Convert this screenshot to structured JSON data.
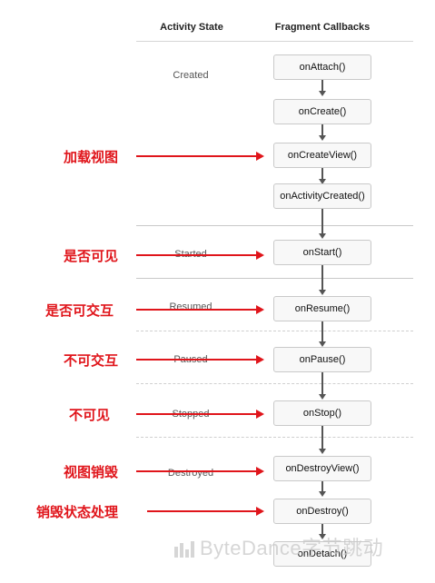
{
  "headers": {
    "activity_state": "Activity State",
    "fragment_callbacks": "Fragment Callbacks"
  },
  "states": {
    "created": "Created",
    "started": "Started",
    "resumed": "Resumed",
    "paused": "Paused",
    "stopped": "Stopped",
    "destroyed": "Destroyed"
  },
  "callbacks": {
    "on_attach": "onAttach()",
    "on_create": "onCreate()",
    "on_create_view": "onCreateView()",
    "on_activity_created": "onActivityCreated()",
    "on_start": "onStart()",
    "on_resume": "onResume()",
    "on_pause": "onPause()",
    "on_stop": "onStop()",
    "on_destroy_view": "onDestroyView()",
    "on_destroy": "onDestroy()",
    "on_detach": "onDetach()"
  },
  "annotations": {
    "load_view": "加载视图",
    "is_visible": "是否可见",
    "is_interactive": "是否可交互",
    "not_interactive": "不可交互",
    "not_visible": "不可见",
    "destroy_view": "视图销毁",
    "destroy_state": "销毁状态处理"
  },
  "watermark": "ByteDance字节跳动",
  "colors": {
    "annotation": "#e0151b",
    "flow_arrow": "#555555",
    "box_border": "#c9c9c9",
    "box_fill": "#f8f8f8"
  }
}
